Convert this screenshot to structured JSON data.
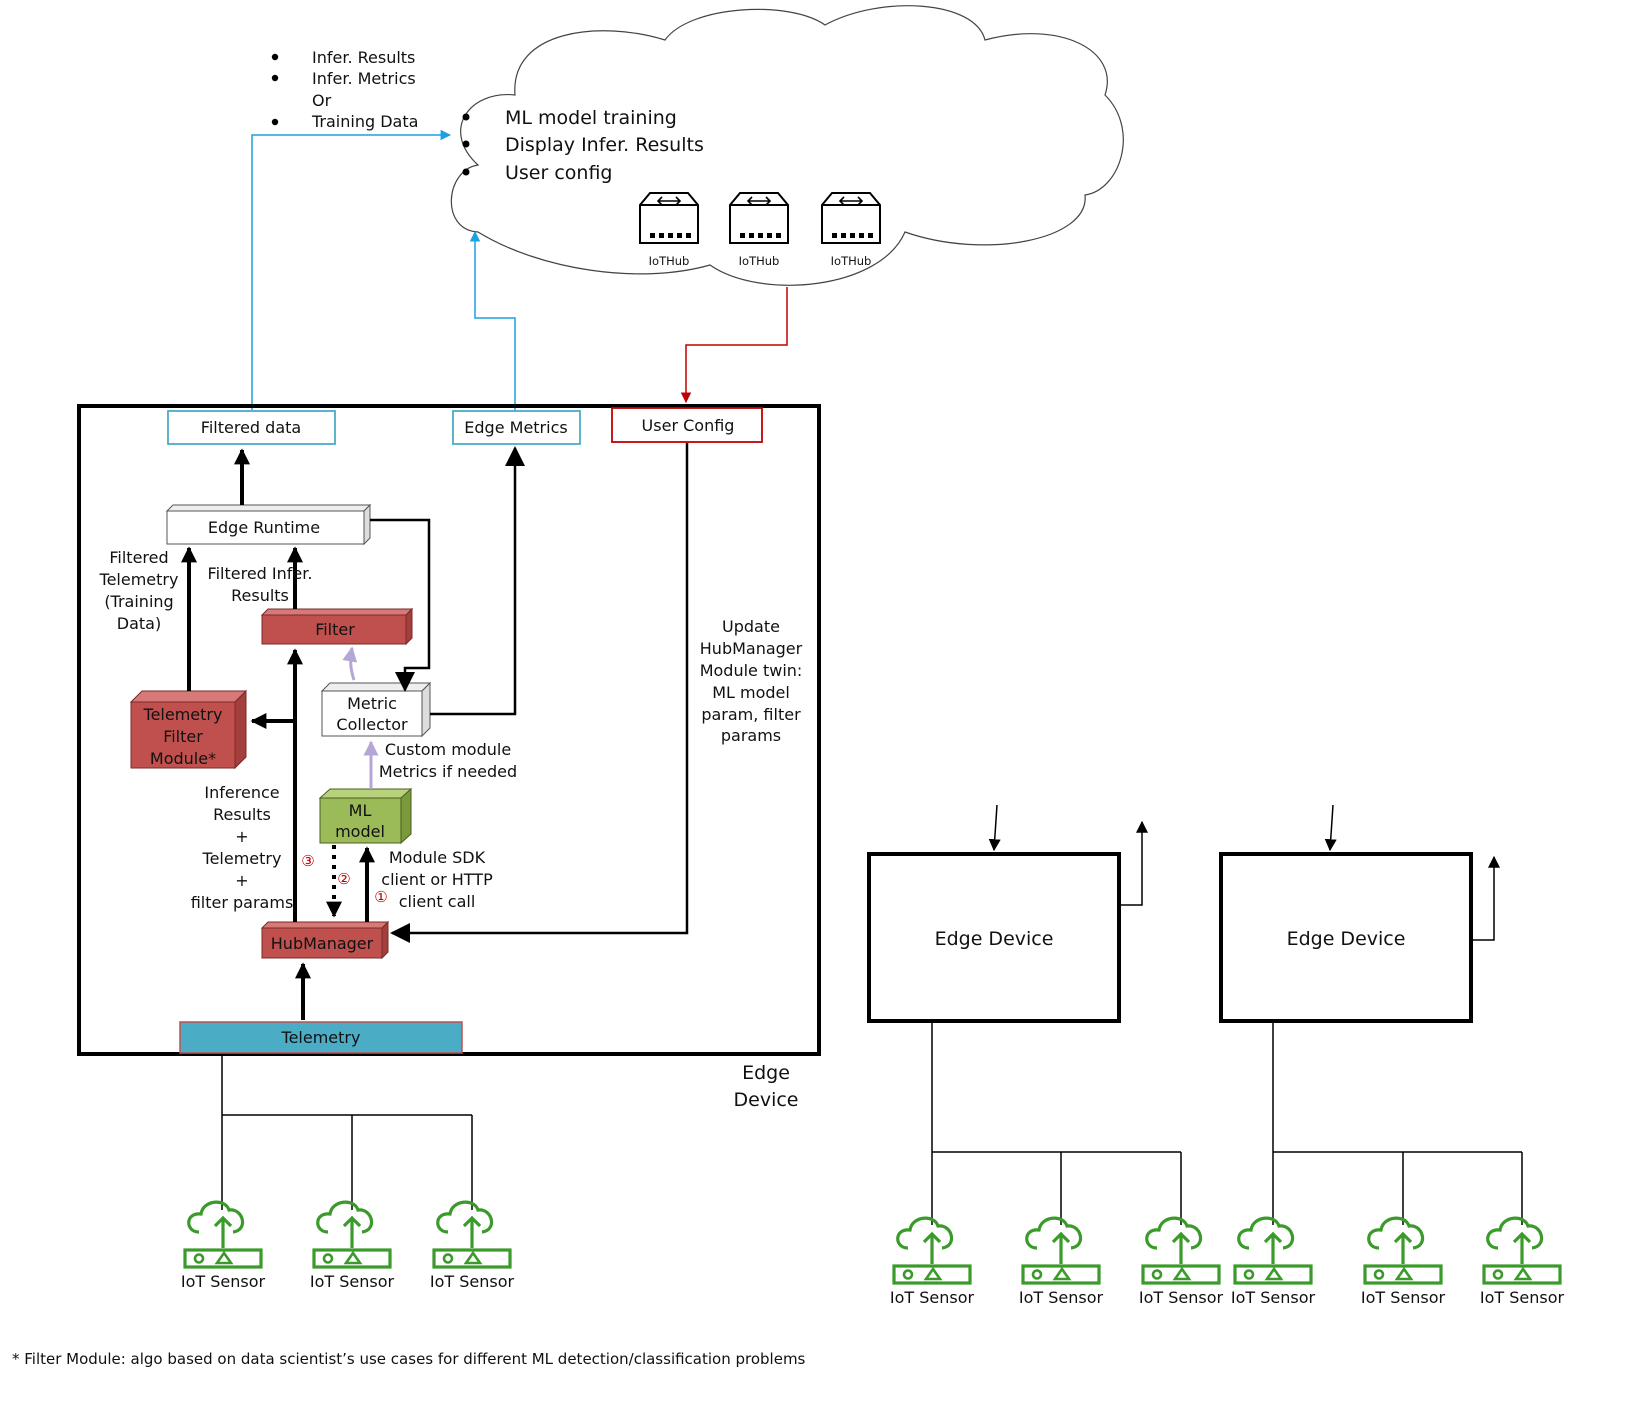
{
  "cloud": {
    "upload_bullets": [
      "Infer. Results",
      "Infer. Metrics",
      "Training Data"
    ],
    "upload_or": "Or",
    "services": [
      "ML model training",
      "Display Infer. Results",
      "User config"
    ],
    "hubs": [
      "IoTHub",
      "IoTHub",
      "IoTHub"
    ]
  },
  "edge": {
    "label_line1": "Edge",
    "label_line2": "Device",
    "filtered_data": "Filtered data",
    "edge_metrics": "Edge Metrics",
    "user_config": "User Config",
    "edge_runtime": "Edge Runtime",
    "filter": "Filter",
    "metric_collector": [
      "Metric",
      "Collector"
    ],
    "telemetry_filter_module": [
      "Telemetry",
      "Filter",
      "Module*"
    ],
    "ml_model": [
      "ML",
      "model"
    ],
    "hub_manager": "HubManager",
    "telemetry": "Telemetry",
    "filtered_telemetry": [
      "Filtered",
      "Telemetry",
      "(Training",
      "Data)"
    ],
    "filtered_infer_results": [
      "Filtered Infer.",
      "Results"
    ],
    "custom_module_metrics": [
      "Custom module",
      "Metrics if needed"
    ],
    "inference_results": [
      "Inference",
      "Results",
      "+",
      "Telemetry",
      "+",
      "filter params"
    ],
    "module_sdk": [
      "Module SDK",
      "client or HTTP",
      "client call"
    ],
    "update_twin": [
      "Update",
      "HubManager",
      "Module twin:",
      "ML model",
      "param, filter",
      "params"
    ],
    "step_markers": [
      "①",
      "②",
      "③"
    ]
  },
  "other_devices": [
    "Edge Device",
    "Edge Device"
  ],
  "sensor_label": "IoT Sensor",
  "footnote": "* Filter Module: algo based on data scientist’s use cases for different ML detection/classification problems",
  "colors": {
    "cloud_link": "#1ba1e2",
    "config_link": "#c00000",
    "module_red": "#c0504d",
    "ml_green": "#9bbb59",
    "telemetry_blue": "#4bacc6",
    "sensor_green": "#3a9a2a",
    "metric_arrow": "#b4a7d6"
  }
}
